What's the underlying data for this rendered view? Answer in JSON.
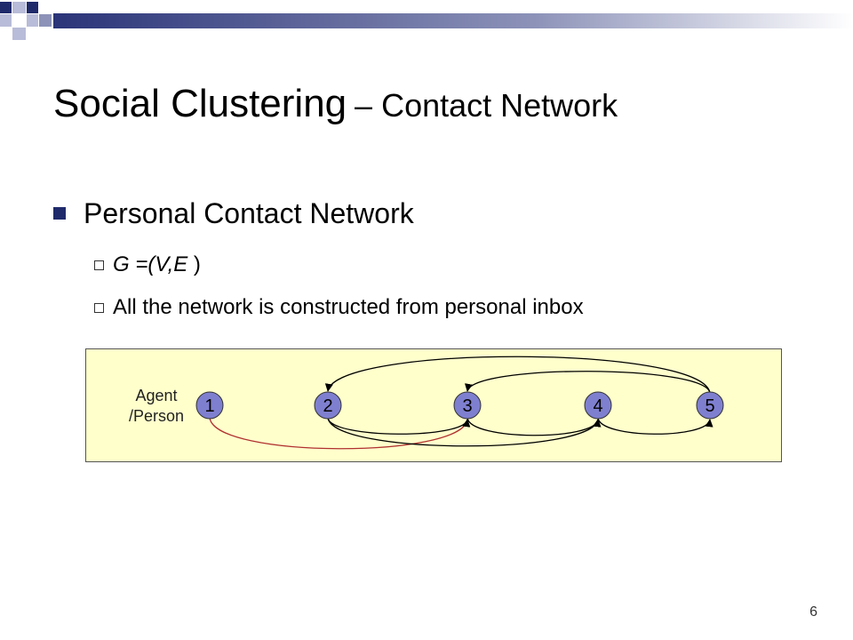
{
  "slide": {
    "title_main": "Social Clustering",
    "title_sub": "– Contact Network",
    "bullet": "Personal Contact Network",
    "sub_bullets": [
      {
        "prefix": "G =(",
        "middle": "V,E",
        "suffix": " )"
      },
      {
        "text": "All the network is constructed from personal inbox"
      }
    ],
    "page_number": "6"
  },
  "diagram": {
    "label_line1": "Agent",
    "label_line2": "/Person",
    "nodes": [
      "1",
      "2",
      "3",
      "4",
      "5"
    ],
    "edges": [
      {
        "from": "1",
        "to": "3",
        "color": "#b03030"
      },
      {
        "from": "2",
        "to": "3",
        "color": "#000000"
      },
      {
        "from": "2",
        "to": "4",
        "color": "#000000"
      },
      {
        "from": "3",
        "to": "4",
        "color": "#000000"
      },
      {
        "from": "4",
        "to": "5",
        "color": "#000000"
      },
      {
        "from": "5",
        "to": "2",
        "color": "#000000"
      },
      {
        "from": "5",
        "to": "3",
        "color": "#000000"
      }
    ],
    "colors": {
      "background": "#ffffcc",
      "node_fill": "#7f7fd0"
    }
  },
  "theme": {
    "accent": "#1f2a6b"
  }
}
